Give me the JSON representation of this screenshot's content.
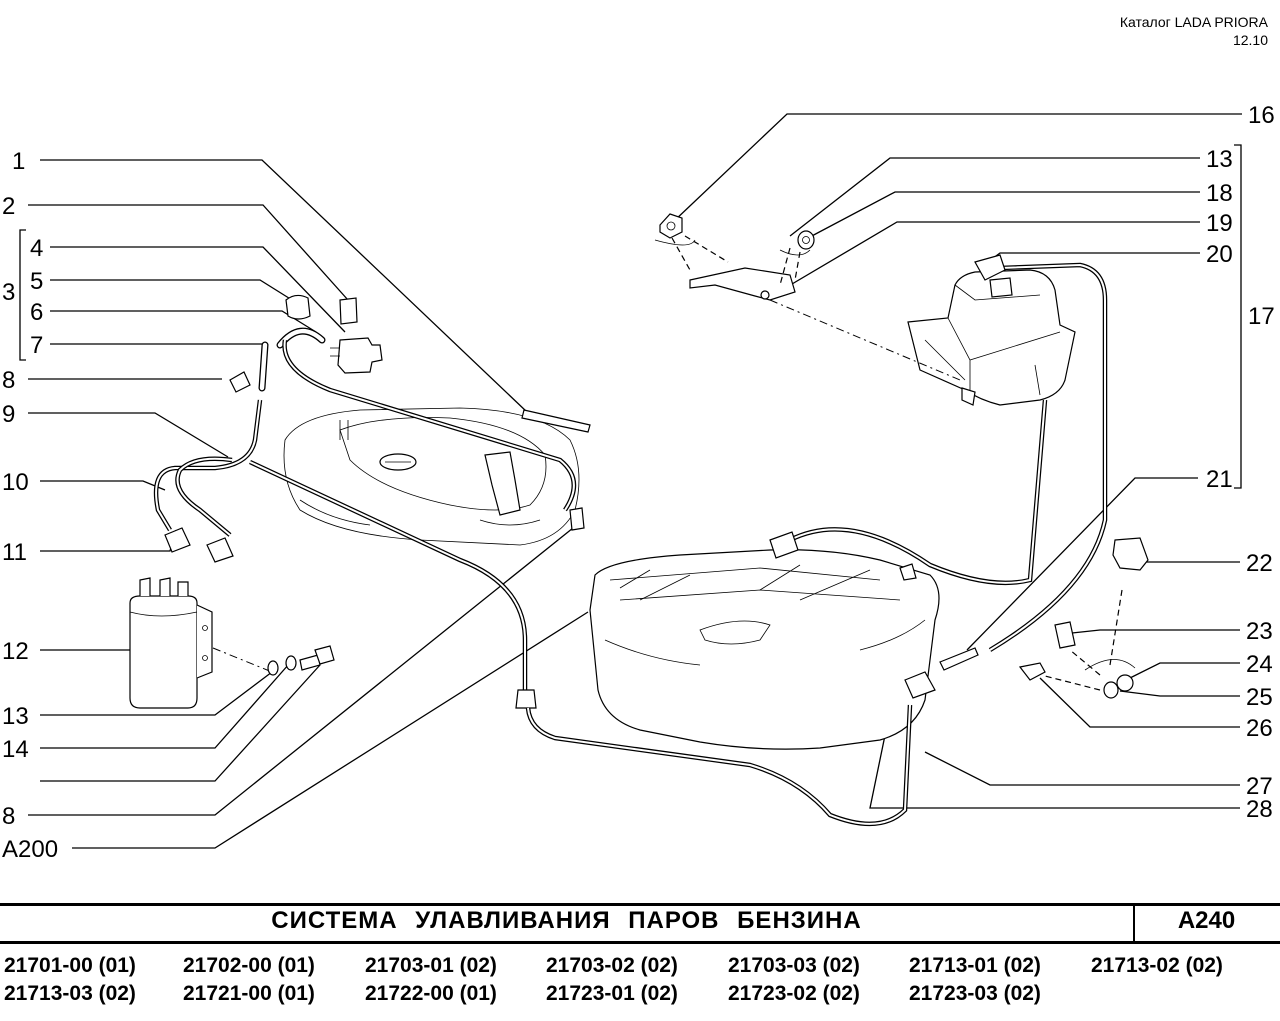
{
  "header": {
    "catalog": "Каталог  LADA  PRIORA",
    "date": "12.10"
  },
  "callouts": [
    "1",
    "2",
    "3",
    "4",
    "5",
    "6",
    "7",
    "8",
    "9",
    "10",
    "11",
    "12",
    "13",
    "14",
    "8",
    "A200",
    "16",
    "13",
    "18",
    "19",
    "20",
    "17",
    "21",
    "22",
    "23",
    "24",
    "25",
    "26",
    "27",
    "28"
  ],
  "footer": {
    "title": "СИСТЕМА  УЛАВЛИВАНИЯ  ПАРОВ  БЕНЗИНА",
    "code": "A240",
    "variants_row1": [
      "21701-00 (01)",
      "21702-00 (01)",
      "21703-01 (02)",
      "21703-02 (02)",
      "21703-03 (02)",
      "21713-01 (02)",
      "21713-02 (02)"
    ],
    "variants_row2": [
      "21713-03 (02)",
      "21721-00 (01)",
      "21722-00 (01)",
      "21723-01 (02)",
      "21723-02 (02)",
      "21723-03 (02)"
    ]
  }
}
